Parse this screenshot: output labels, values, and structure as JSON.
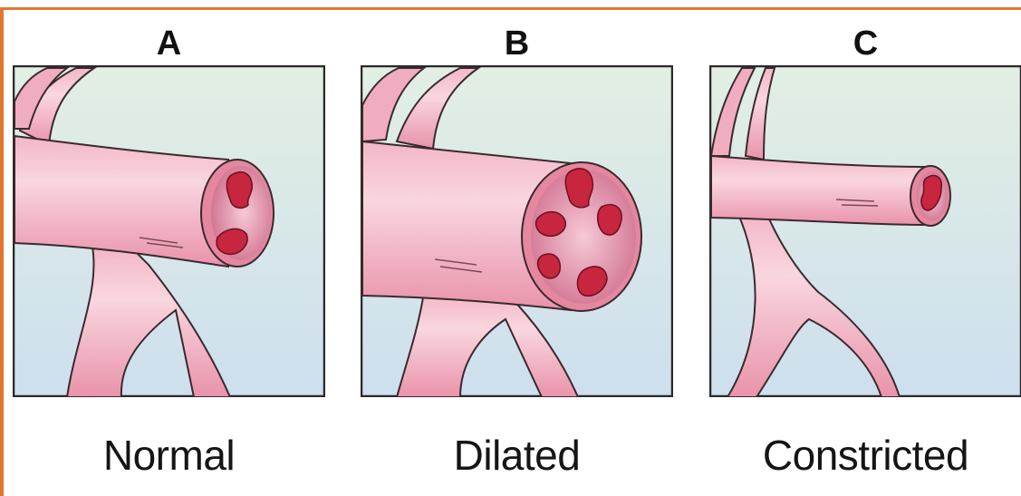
{
  "colors": {
    "frame": "#e0772f",
    "vessel": "#efa7b8",
    "vessel_light": "#f9d8e0",
    "lumen": "#dc7f9c",
    "blood_cell": "#c8253e",
    "background_top": "#dfeee4",
    "background_bottom": "#cfe0ee"
  },
  "panels": [
    {
      "letter": "A",
      "caption": "Normal",
      "state": "normal"
    },
    {
      "letter": "B",
      "caption": "Dilated",
      "state": "dilated"
    },
    {
      "letter": "C",
      "caption": "Constricted",
      "state": "constricted"
    }
  ]
}
